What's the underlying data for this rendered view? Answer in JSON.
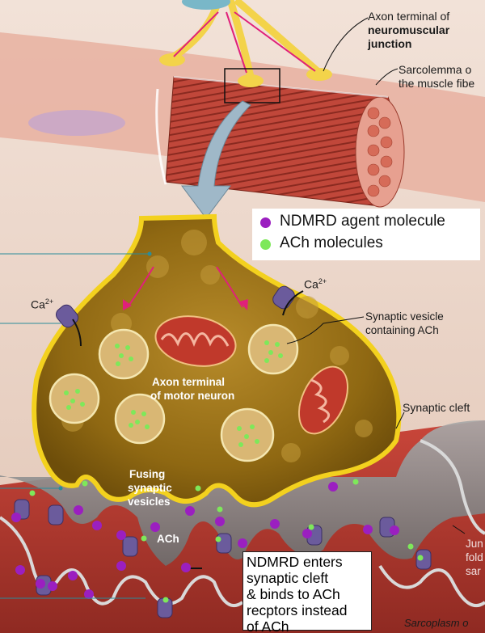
{
  "labels": {
    "axon_terminal_nmj_line1": "Axon terminal of",
    "axon_terminal_nmj_line2": "neuromuscular",
    "axon_terminal_nmj_line3": "junction",
    "sarcolemma_line1": "Sarcolemma o",
    "sarcolemma_line2": "the muscle fibe",
    "ca_left": "Ca",
    "ca_left_sup": "2+",
    "ca_right": "Ca",
    "ca_right_sup": "2+",
    "synaptic_vesicle_line1": "Synaptic vesicle",
    "synaptic_vesicle_line2": "containing ACh",
    "axon_motor_line1": "Axon terminal",
    "axon_motor_line2": "of motor neuron",
    "synaptic_cleft": "Synaptic cleft",
    "fusing_line1": "Fusing",
    "fusing_line2": "synaptic",
    "fusing_line3": "vesicles",
    "ach": "ACh",
    "junctional_line1": "Jun",
    "junctional_line2": "fold",
    "junctional_line3": "sar",
    "sarcoplasm": "Sarcoplasm o"
  },
  "legend": {
    "ndmrd_label": "NDMRD agent molecule",
    "ach_label": "ACh molecules",
    "ndmrd_color": "#9b1fc0",
    "ach_color": "#7ee85a"
  },
  "callout": {
    "line1": "NDMRD enters",
    "line2": "synaptic cleft",
    "line3": "& binds to ACh",
    "line4": "recptors instead",
    "line5": "of ACh"
  }
}
